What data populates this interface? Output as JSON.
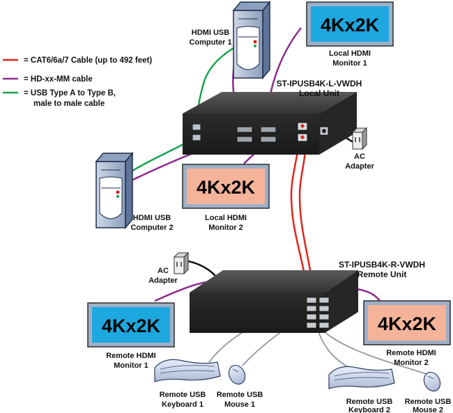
{
  "legend": [
    {
      "color": "#e2231a",
      "text": "= CAT6/6a/7 Cable (up to 492 feet)"
    },
    {
      "color": "#8e2a8e",
      "text": "= HD-xx-MM cable"
    },
    {
      "color": "#17a34a",
      "text": "= USB Type A to Type B,",
      "text2": "male to male cable"
    }
  ],
  "local_unit": {
    "model": "ST-IPUSB4K-L-VWDH",
    "name": "Local Unit"
  },
  "remote_unit": {
    "model": "ST-IPUSB4K-R-VWDH",
    "name": "Remote Unit"
  },
  "monitors": {
    "screen_text": "4Kx2K",
    "local1": {
      "line1": "Local HDMI",
      "line2": "Monitor 1",
      "color": "#1ea8e0"
    },
    "local2": {
      "line1": "Local HDMI",
      "line2": "Monitor 2",
      "color": "#f5b49a"
    },
    "remote1": {
      "line1": "Remote HDMI",
      "line2": "Monitor 1",
      "color": "#1ea8e0"
    },
    "remote2": {
      "line1": "Remote HDMI",
      "line2": "Monitor 2",
      "color": "#f5b49a"
    }
  },
  "computers": {
    "c1": {
      "line1": "HDMI USB",
      "line2": "Computer 1"
    },
    "c2": {
      "line1": "HDMI USB",
      "line2": "Computer 2"
    }
  },
  "adapters": {
    "local": {
      "line1": "AC",
      "line2": "Adapter"
    },
    "remote": {
      "line1": "AC",
      "line2": "Adapter"
    }
  },
  "peripherals": {
    "kb1": {
      "line1": "Remote USB",
      "line2": "Keyboard 1"
    },
    "mouse1": {
      "line1": "Remote USB",
      "line2": "Mouse 1"
    },
    "kb2": {
      "line1": "Remote USB",
      "line2": "Keyboard 2"
    },
    "mouse2": {
      "line1": "Remote USB",
      "line2": "Mouse 2"
    }
  }
}
